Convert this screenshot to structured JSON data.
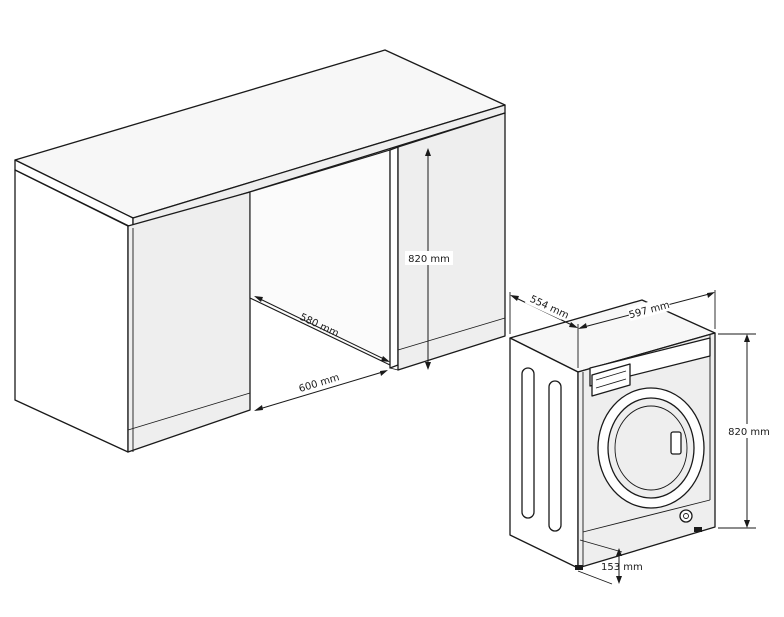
{
  "dimensions": {
    "cabinet_height": "820 mm",
    "cabinet_depth": "580 mm",
    "cabinet_width": "600 mm",
    "machine_depth": "554 mm",
    "machine_width": "597 mm",
    "machine_height": "820 mm",
    "plinth_height": "153 mm"
  }
}
